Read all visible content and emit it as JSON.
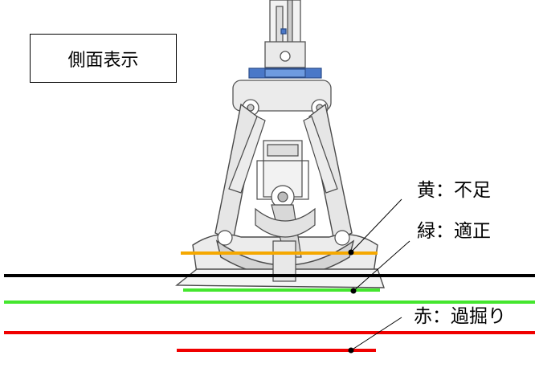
{
  "title": "側面表示",
  "legend": [
    {
      "key": "yellow",
      "label": "黄：不足",
      "color": "#f5a800"
    },
    {
      "key": "green",
      "label": "緑：適正",
      "color": "#44e62e"
    },
    {
      "key": "red",
      "label": "赤：過掘り",
      "color": "#f00000"
    }
  ],
  "colors": {
    "ground_line": "#000000",
    "bucket_fill": "#e6e6e6",
    "bucket_stroke": "#4a4a4a",
    "hydraulic_blue": "#4a78c8"
  }
}
